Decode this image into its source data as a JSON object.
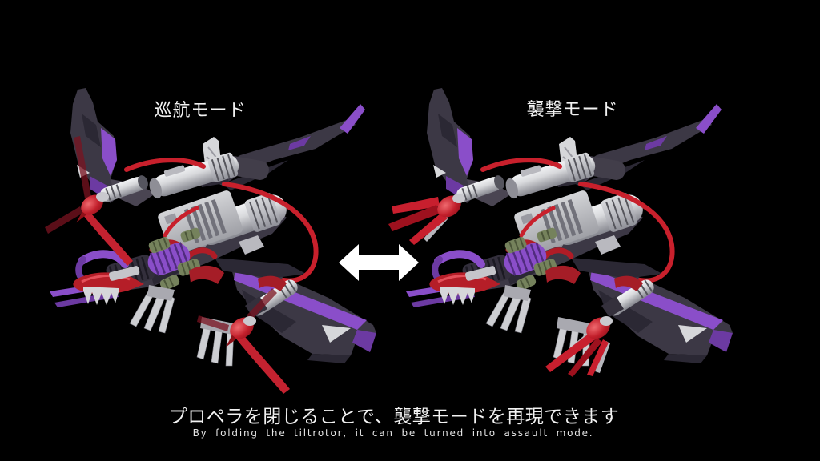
{
  "scene": {
    "left_figure": {
      "label": "巡航モード",
      "mode": "cruise",
      "rotor_state": "open"
    },
    "right_figure": {
      "label": "襲撃モード",
      "mode": "assault",
      "rotor_state": "folded"
    },
    "arrow_icon": "left-right-arrow",
    "caption_jp": "プロペラを閉じることで、襲撃モードを再現できます",
    "caption_en": "By folding the tiltrotor, it can be turned into assault mode."
  },
  "colors": {
    "bg": "#000000",
    "text": "#f2f2f2",
    "body-dark": "#3c3845",
    "body-darker": "#2b2834",
    "purple": "#8a4ec9",
    "purple-dark": "#6c3aa2",
    "silver": "#c7c7cb",
    "white-part": "#d6d7da",
    "red": "#c8202c",
    "red-hub": "#c21f2b",
    "olive": "#75825c",
    "arrow": "#ffffff"
  }
}
